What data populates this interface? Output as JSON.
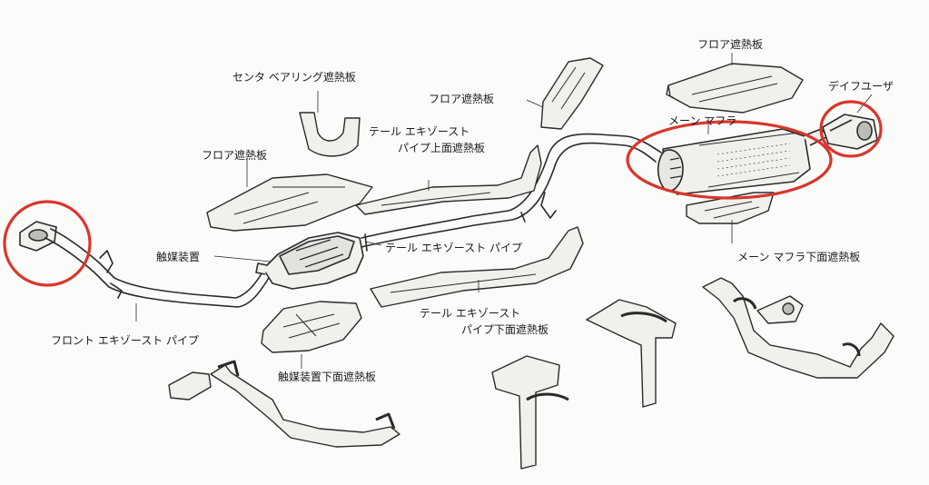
{
  "labels": {
    "floor_shield_top": "フロア遮熱板",
    "diffuser": "デイフユーザ",
    "center_bearing_shield": "センタ ベアリング遮熱板",
    "floor_shield_mid": "フロア遮熱板",
    "main_muffler": "メーン マフラ",
    "tail_pipe_upper_shield_1": "テール エキゾースト",
    "tail_pipe_upper_shield_2": "パイプ上面遮熱板",
    "floor_shield_left": "フロア遮熱板",
    "catalyst": "触媒装置",
    "tail_pipe": "テール エキゾースト パイプ",
    "main_muffler_lower_shield": "メーン マフラ下面遮熱板",
    "tail_pipe_lower_shield_1": "テール エキゾースト",
    "tail_pipe_lower_shield_2": "パイプ下面遮熱板",
    "front_pipe": "フロント エキゾースト パイプ",
    "catalyst_lower_shield": "触媒装置下面遮熱板"
  },
  "colors": {
    "line": "#2a2a2a",
    "fill": "#f0f0ec",
    "shade": "#bdbdb8",
    "highlight_circle": "#d9362b"
  }
}
